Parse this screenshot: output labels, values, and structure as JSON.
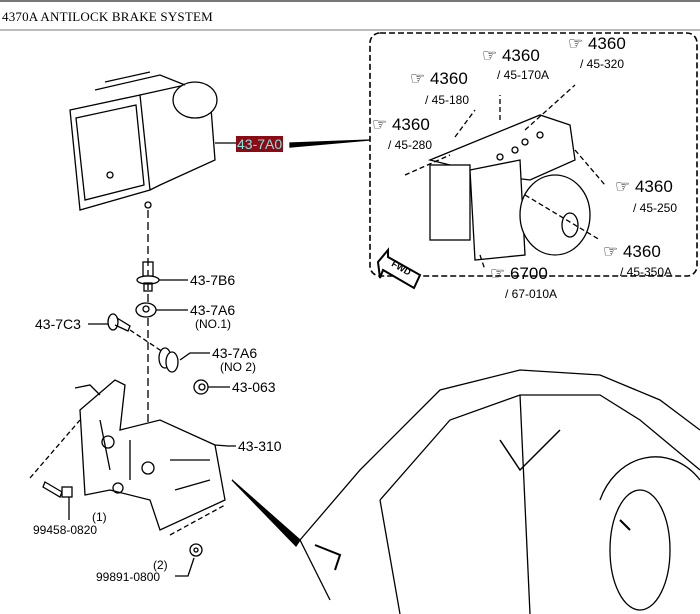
{
  "header": {
    "title": "4370A  ANTILOCK BRAKE SYSTEM"
  },
  "highlight_color": "#8b0a14",
  "highlight_text_color": "#7fe6e6",
  "parts": {
    "abs_unit": "43-7A0",
    "stud": "43-7B6",
    "insulator1": "43-7A6",
    "insulator1_note": "(NO.1)",
    "bolt_7c3": "43-7C3",
    "insulator2": "43-7A6",
    "insulator2_note": "(NO 2)",
    "collar": "43-063",
    "bracket": "43-310",
    "bolt1_qty": "(1)",
    "bolt1": "99458-0820",
    "nut2_qty": "(2)",
    "nut2": "99891-0800"
  },
  "detail": {
    "fwd_label": "FWD",
    "refs": [
      {
        "code": "4360",
        "ref": "/ 45-320"
      },
      {
        "code": "4360",
        "ref": "/ 45-170A"
      },
      {
        "code": "4360",
        "ref": "/ 45-180"
      },
      {
        "code": "4360",
        "ref": "/ 45-280"
      },
      {
        "code": "4360",
        "ref": "/ 45-250"
      },
      {
        "code": "4360",
        "ref": "/ 45-350A"
      },
      {
        "code": "6700",
        "ref": "/ 67-010A"
      }
    ]
  }
}
